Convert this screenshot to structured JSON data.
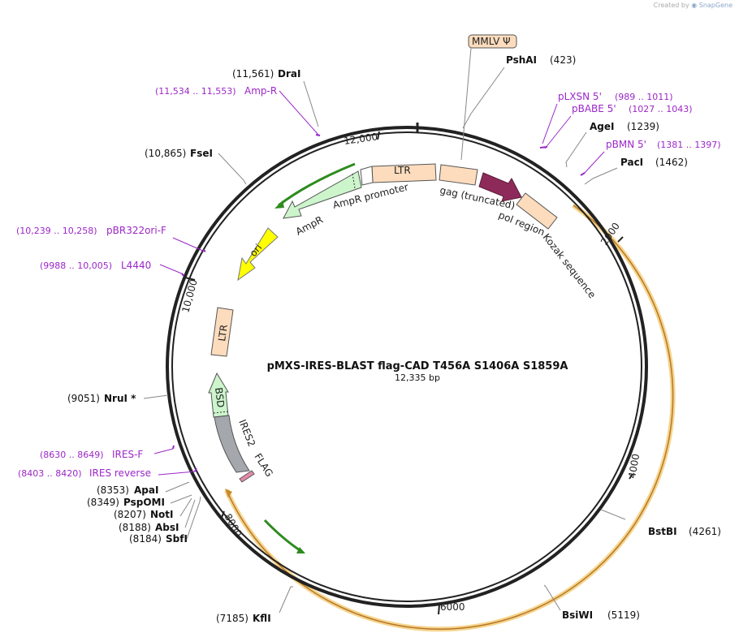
{
  "credit": {
    "prefix": "Created by",
    "brand": "SnapGene"
  },
  "plasmid": {
    "name": "pMXS-IRES-BLAST flag-CAD T456A S1406A S1859A",
    "size": "12,335 bp"
  },
  "colors": {
    "enzyme": "#000000",
    "primer": "#9b27c7",
    "backbone": "#222222",
    "orange_outline": "#e6a23c",
    "green_arrow": "#2e8b1f"
  },
  "ticks": [
    {
      "label": "2000"
    },
    {
      "label": "4000"
    },
    {
      "label": "6000"
    },
    {
      "label": "8000"
    },
    {
      "label": "10,000"
    },
    {
      "label": "12,000"
    }
  ],
  "features": [
    {
      "label": "LTR",
      "color": "#fcdcbd"
    },
    {
      "label": "gag (truncated)",
      "color": "#fcdcbd"
    },
    {
      "label": "pol region",
      "color": "#8e2a5a"
    },
    {
      "label": "Kozak sequence",
      "color": "#fcdcbd"
    },
    {
      "label": "AmpR promoter",
      "color": "#ffffff"
    },
    {
      "label": "AmpR",
      "color": "#ccf5cc"
    },
    {
      "label": "ori",
      "color": "#ffff00"
    },
    {
      "label": "LTR",
      "color": "#fcdcbd"
    },
    {
      "label": "BSD",
      "color": "#ccf5cc"
    },
    {
      "label": "IRES2",
      "color": "#a4a8ad"
    },
    {
      "label": "FLAG",
      "color": "#e58aa8"
    }
  ],
  "top_box": {
    "label": "MMLV Ψ"
  },
  "enzymes": [
    {
      "name": "PshAI",
      "pos": "(423)"
    },
    {
      "name": "AgeI",
      "pos": "(1239)"
    },
    {
      "name": "PacI",
      "pos": "(1462)"
    },
    {
      "name": "BstBI",
      "pos": "(4261)"
    },
    {
      "name": "BsiWI",
      "pos": "(5119)"
    },
    {
      "name": "KflI",
      "pos": "(7185)"
    },
    {
      "name": "SbfI",
      "pos": "(8184)"
    },
    {
      "name": "AbsI",
      "pos": "(8188)"
    },
    {
      "name": "NotI",
      "pos": "(8207)"
    },
    {
      "name": "PspOMI",
      "pos": "(8349)"
    },
    {
      "name": "ApaI",
      "pos": "(8353)"
    },
    {
      "name": "NruI *",
      "pos": "(9051)"
    },
    {
      "name": "FseI",
      "pos": "(10,865)"
    },
    {
      "name": "DraI",
      "pos": "(11,561)"
    }
  ],
  "primers": [
    {
      "name": "pLXSN 5'",
      "pos": "(989 .. 1011)"
    },
    {
      "name": "pBABE 5'",
      "pos": "(1027 .. 1043)"
    },
    {
      "name": "pBMN 5'",
      "pos": "(1381 .. 1397)"
    },
    {
      "name": "IRES-F",
      "pos": "(8630 .. 8649)"
    },
    {
      "name": "IRES reverse",
      "pos": "(8403 .. 8420)"
    },
    {
      "name": "L4440",
      "pos": "(9988 .. 10,005)"
    },
    {
      "name": "pBR322ori-F",
      "pos": "(10,239 .. 10,258)"
    },
    {
      "name": "Amp-R",
      "pos": "(11,534 .. 11,553)"
    }
  ]
}
